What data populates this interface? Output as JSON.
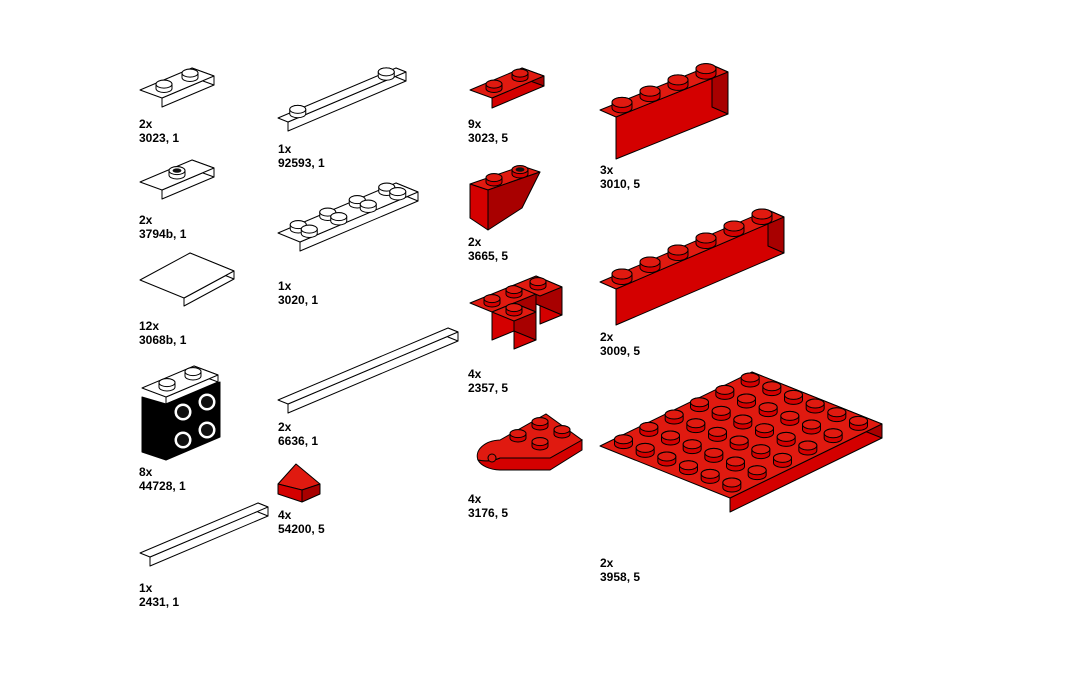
{
  "colors": {
    "white_part": "#ffffff",
    "red_part": "#d40000",
    "red_top": "#e01a10",
    "red_dark": "#a80000",
    "outline": "#000000",
    "hole": "#111111"
  },
  "parts": [
    {
      "qty": "2x",
      "id": "3023, 1",
      "icon": "plate-1x2-white-icon"
    },
    {
      "qty": "2x",
      "id": "3794b, 1",
      "icon": "jumper-plate-white-icon"
    },
    {
      "qty": "12x",
      "id": "3068b, 1",
      "icon": "tile-2x2-white-icon"
    },
    {
      "qty": "8x",
      "id": "44728, 1",
      "icon": "bracket-white-icon"
    },
    {
      "qty": "1x",
      "id": "2431, 1",
      "icon": "tile-1x4-white-icon"
    },
    {
      "qty": "1x",
      "id": "92593, 1",
      "icon": "plate-1x4-two-studs-white-icon"
    },
    {
      "qty": "1x",
      "id": "3020, 1",
      "icon": "plate-2x4-white-icon"
    },
    {
      "qty": "2x",
      "id": "6636, 1",
      "icon": "tile-1x6-white-icon"
    },
    {
      "qty": "4x",
      "id": "54200, 5",
      "icon": "slope-cheese-red-icon"
    },
    {
      "qty": "9x",
      "id": "3023, 5",
      "icon": "plate-1x2-red-icon"
    },
    {
      "qty": "2x",
      "id": "3665, 5",
      "icon": "slope-inverted-red-icon"
    },
    {
      "qty": "4x",
      "id": "2357, 5",
      "icon": "brick-corner-red-icon"
    },
    {
      "qty": "4x",
      "id": "3176, 5",
      "icon": "plate-round-end-red-icon"
    },
    {
      "qty": "3x",
      "id": "3010, 5",
      "icon": "brick-1x4-red-icon"
    },
    {
      "qty": "2x",
      "id": "3009, 5",
      "icon": "brick-1x6-red-icon"
    },
    {
      "qty": "2x",
      "id": "3958, 5",
      "icon": "plate-6x6-red-icon"
    }
  ]
}
